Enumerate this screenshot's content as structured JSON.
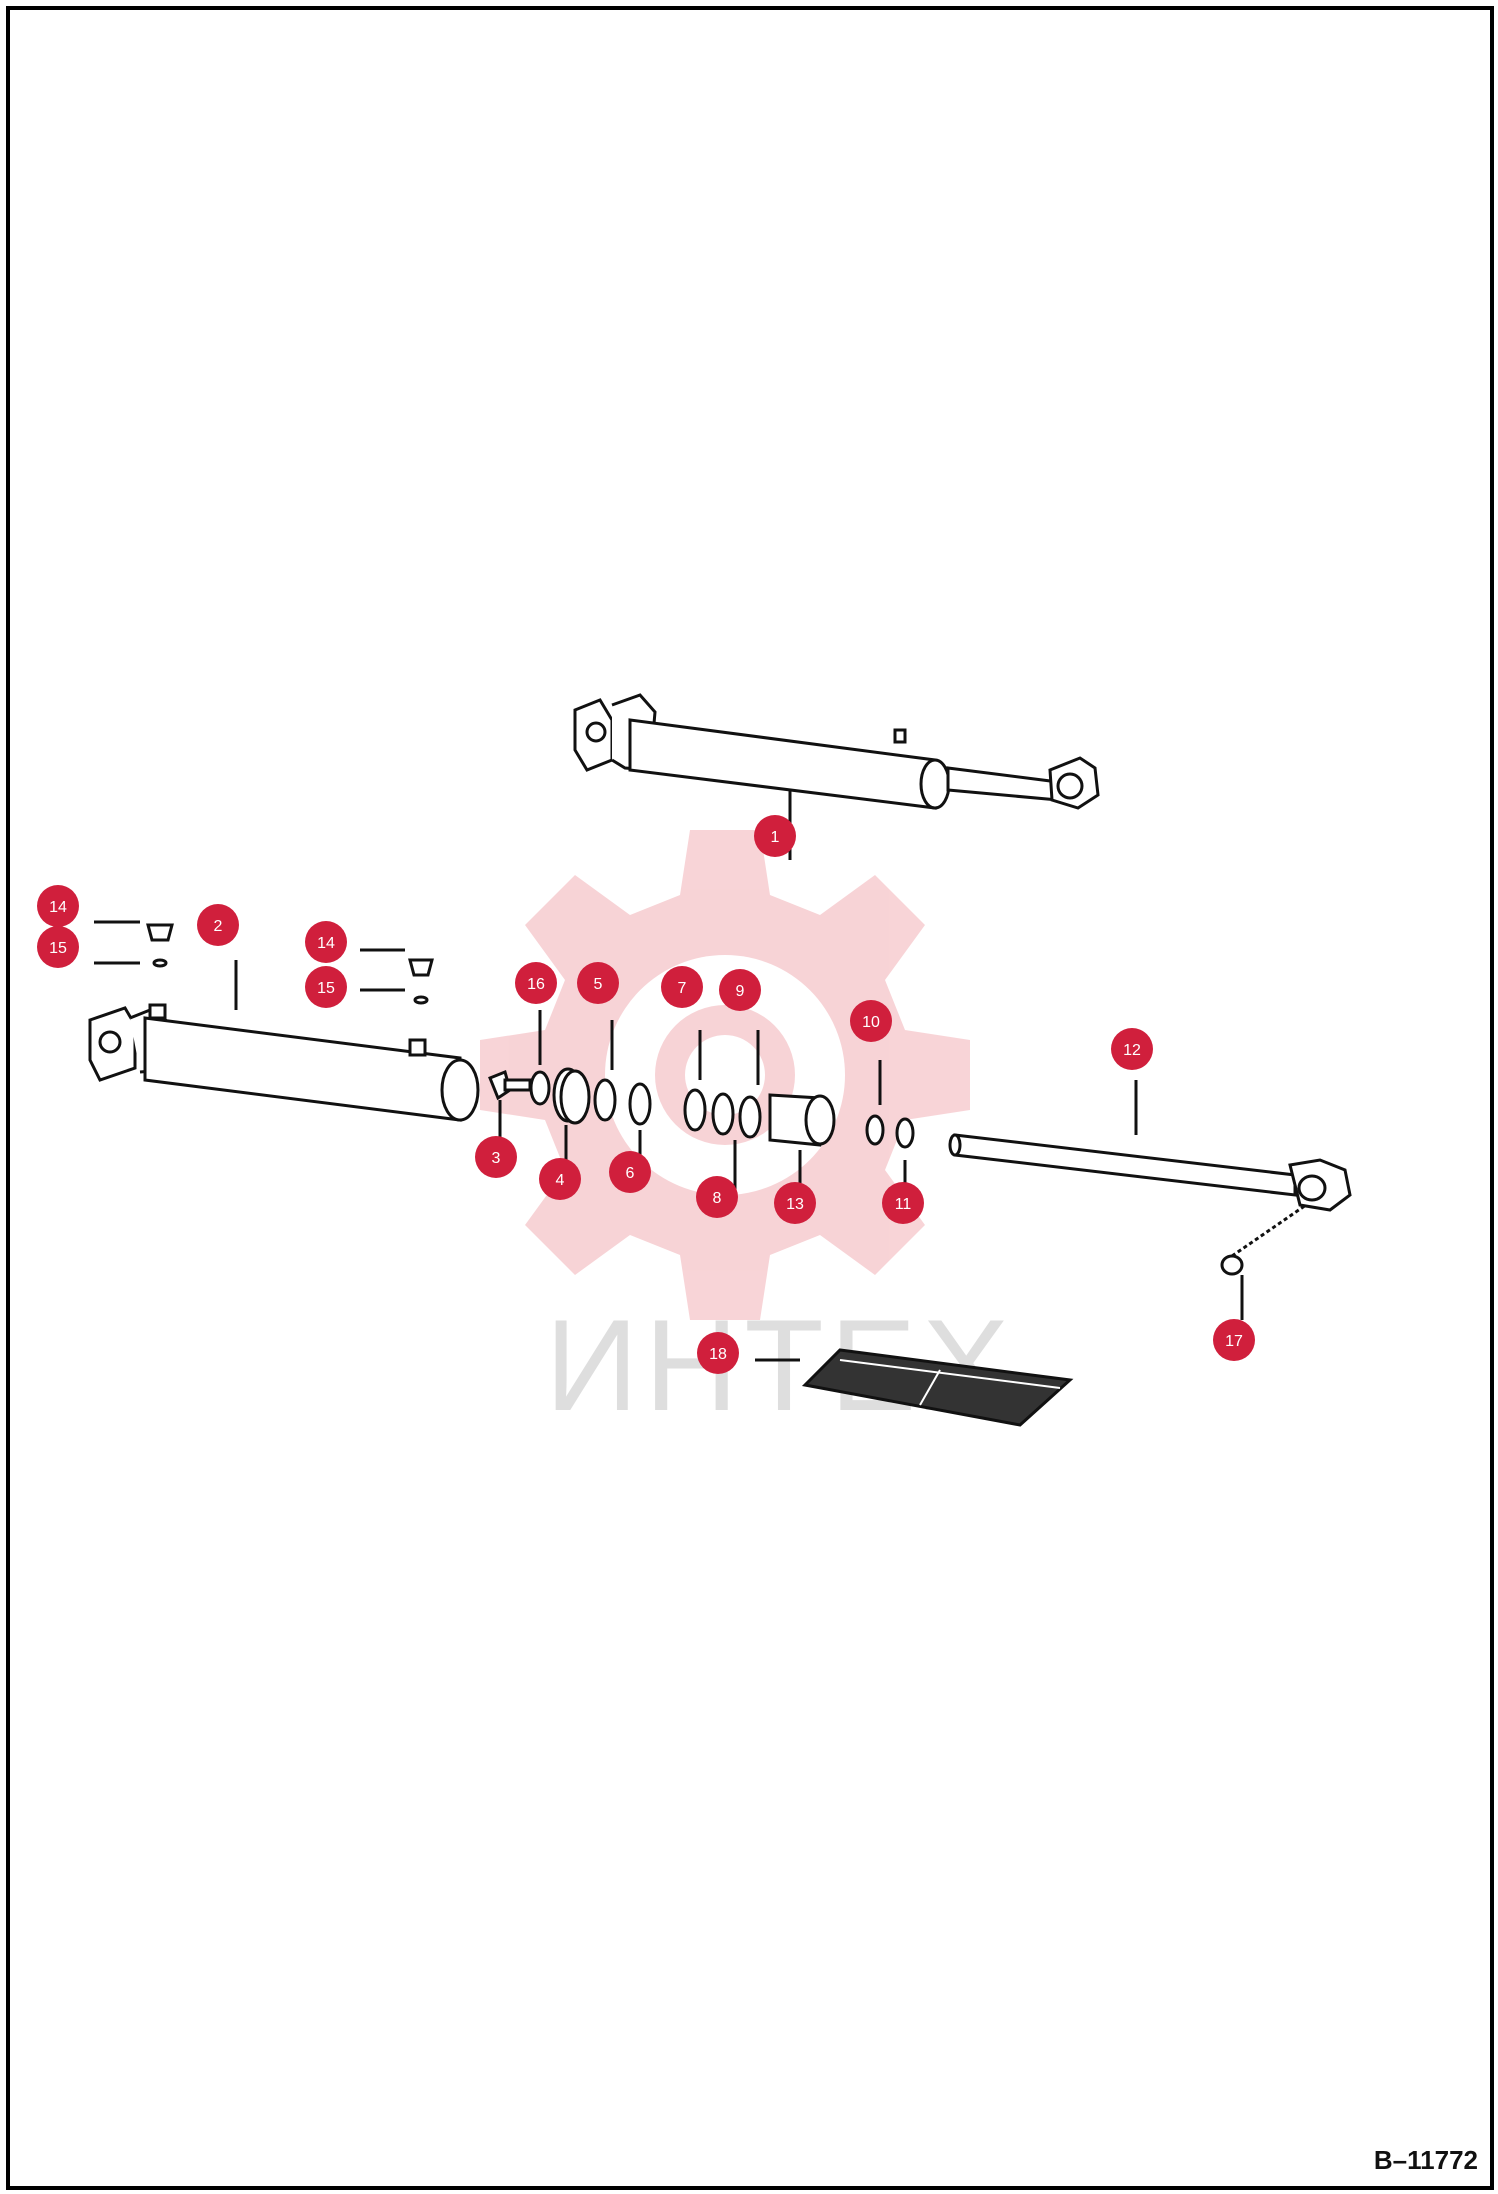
{
  "drawing": {
    "code": "B–11772",
    "watermark": "ИНТЕХ"
  },
  "colors": {
    "callout": "#d01f3c",
    "callout_text": "#ffffff",
    "watermark_gear": "#f6c9cd",
    "line": "#111111"
  },
  "callouts": [
    {
      "n": "1"
    },
    {
      "n": "2"
    },
    {
      "n": "3"
    },
    {
      "n": "4"
    },
    {
      "n": "5"
    },
    {
      "n": "6"
    },
    {
      "n": "7"
    },
    {
      "n": "8"
    },
    {
      "n": "9"
    },
    {
      "n": "10"
    },
    {
      "n": "11"
    },
    {
      "n": "12"
    },
    {
      "n": "13"
    },
    {
      "n": "14"
    },
    {
      "n": "14"
    },
    {
      "n": "15"
    },
    {
      "n": "15"
    },
    {
      "n": "16"
    },
    {
      "n": "17"
    },
    {
      "n": "18"
    }
  ]
}
